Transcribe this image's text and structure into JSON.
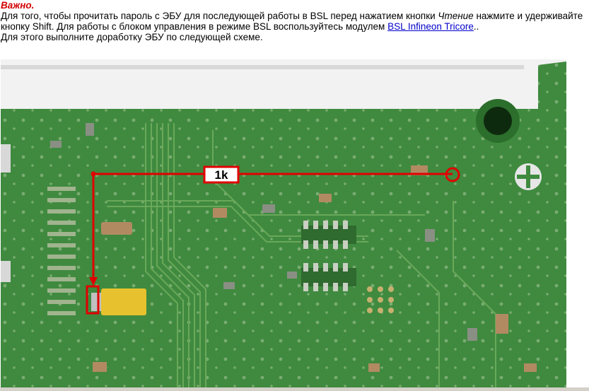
{
  "note": {
    "warning": "Важно.",
    "line1_before": "Для того, чтобы прочитать пароль с ЭБУ для последующей работы в BSL перед нажатием кнопки ",
    "line1_italic": "Чтение",
    "line1_after": " нажмите и удерживайте кнопку Shift. Для работы с блоком управления в режиме BSL  воспользуйтесь модулем ",
    "link_text": "BSL Infineon Tricore",
    "link_after": "..",
    "line3": "Для этого выполните доработку ЭБУ по следующей схеме."
  },
  "diagram": {
    "resistor_label": "1k",
    "annotation_color": "#e00000",
    "board_color": "#3f8a3f"
  }
}
